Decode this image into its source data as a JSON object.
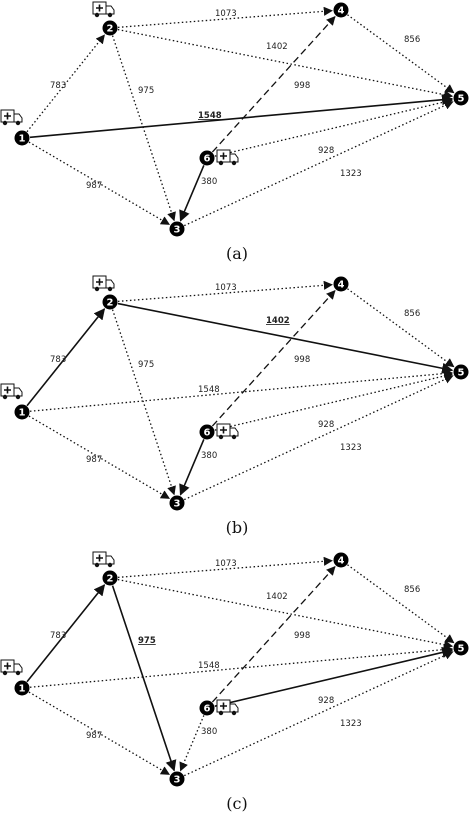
{
  "panels": [
    {
      "caption": "(a)",
      "ambulances": [
        "1",
        "2",
        "6"
      ],
      "edges": [
        {
          "from": "2",
          "to": "4",
          "label": "1073",
          "style": "dotted",
          "arrow": true,
          "highlight": false
        },
        {
          "from": "2",
          "to": "5",
          "label": "1402",
          "style": "dotted",
          "arrow": true,
          "highlight": false
        },
        {
          "from": "4",
          "to": "5",
          "label": "856",
          "style": "dotted",
          "arrow": true,
          "highlight": false
        },
        {
          "from": "1",
          "to": "2",
          "label": "783",
          "style": "dotted",
          "arrow": true,
          "highlight": false
        },
        {
          "from": "2",
          "to": "3",
          "label": "975",
          "style": "dotted",
          "arrow": true,
          "highlight": false
        },
        {
          "from": "1",
          "to": "5",
          "label": "1548",
          "style": "solid",
          "arrow": true,
          "highlight": true
        },
        {
          "from": "6",
          "to": "4",
          "label": "998",
          "style": "dashed",
          "arrow": true,
          "highlight": false
        },
        {
          "from": "6",
          "to": "5",
          "label": "928",
          "style": "dotted",
          "arrow": true,
          "highlight": false
        },
        {
          "from": "1",
          "to": "3",
          "label": "987",
          "style": "dotted",
          "arrow": true,
          "highlight": false
        },
        {
          "from": "6",
          "to": "3",
          "label": "380",
          "style": "solid",
          "arrow": true,
          "highlight": false
        },
        {
          "from": "3",
          "to": "5",
          "label": "1323",
          "style": "dotted",
          "arrow": true,
          "highlight": false
        }
      ]
    },
    {
      "caption": "(b)",
      "ambulances": [
        "1",
        "2",
        "6"
      ],
      "edges": [
        {
          "from": "2",
          "to": "4",
          "label": "1073",
          "style": "dotted",
          "arrow": true,
          "highlight": false
        },
        {
          "from": "2",
          "to": "5",
          "label": "1402",
          "style": "solid",
          "arrow": true,
          "highlight": true
        },
        {
          "from": "4",
          "to": "5",
          "label": "856",
          "style": "dotted",
          "arrow": true,
          "highlight": false
        },
        {
          "from": "1",
          "to": "2",
          "label": "783",
          "style": "solid",
          "arrow": true,
          "highlight": false
        },
        {
          "from": "2",
          "to": "3",
          "label": "975",
          "style": "dotted",
          "arrow": true,
          "highlight": false
        },
        {
          "from": "1",
          "to": "5",
          "label": "1548",
          "style": "dotted",
          "arrow": true,
          "highlight": false
        },
        {
          "from": "6",
          "to": "4",
          "label": "998",
          "style": "dashed",
          "arrow": true,
          "highlight": false
        },
        {
          "from": "6",
          "to": "5",
          "label": "928",
          "style": "dotted",
          "arrow": true,
          "highlight": false
        },
        {
          "from": "1",
          "to": "3",
          "label": "987",
          "style": "dotted",
          "arrow": true,
          "highlight": false
        },
        {
          "from": "6",
          "to": "3",
          "label": "380",
          "style": "solid",
          "arrow": true,
          "highlight": false
        },
        {
          "from": "3",
          "to": "5",
          "label": "1323",
          "style": "dotted",
          "arrow": true,
          "highlight": false
        }
      ]
    },
    {
      "caption": "(c)",
      "ambulances": [
        "1",
        "2",
        "6"
      ],
      "edges": [
        {
          "from": "2",
          "to": "4",
          "label": "1073",
          "style": "dotted",
          "arrow": true,
          "highlight": false
        },
        {
          "from": "2",
          "to": "5",
          "label": "1402",
          "style": "dotted",
          "arrow": true,
          "highlight": false
        },
        {
          "from": "4",
          "to": "5",
          "label": "856",
          "style": "dotted",
          "arrow": true,
          "highlight": false
        },
        {
          "from": "1",
          "to": "2",
          "label": "783",
          "style": "solid",
          "arrow": true,
          "highlight": false
        },
        {
          "from": "2",
          "to": "3",
          "label": "975",
          "style": "solid",
          "arrow": true,
          "highlight": true
        },
        {
          "from": "1",
          "to": "5",
          "label": "1548",
          "style": "dotted",
          "arrow": true,
          "highlight": false
        },
        {
          "from": "6",
          "to": "4",
          "label": "998",
          "style": "dashed",
          "arrow": true,
          "highlight": false
        },
        {
          "from": "6",
          "to": "5",
          "label": "928",
          "style": "solid",
          "arrow": true,
          "highlight": false
        },
        {
          "from": "1",
          "to": "3",
          "label": "987",
          "style": "dotted",
          "arrow": true,
          "highlight": false
        },
        {
          "from": "6",
          "to": "3",
          "label": "380",
          "style": "dotted",
          "arrow": true,
          "highlight": false
        },
        {
          "from": "3",
          "to": "5",
          "label": "1323",
          "style": "dotted",
          "arrow": true,
          "highlight": false
        }
      ]
    }
  ],
  "colors": {
    "ink": "#111111",
    "node_fill": "#000000",
    "node_text": "#ffffff"
  }
}
